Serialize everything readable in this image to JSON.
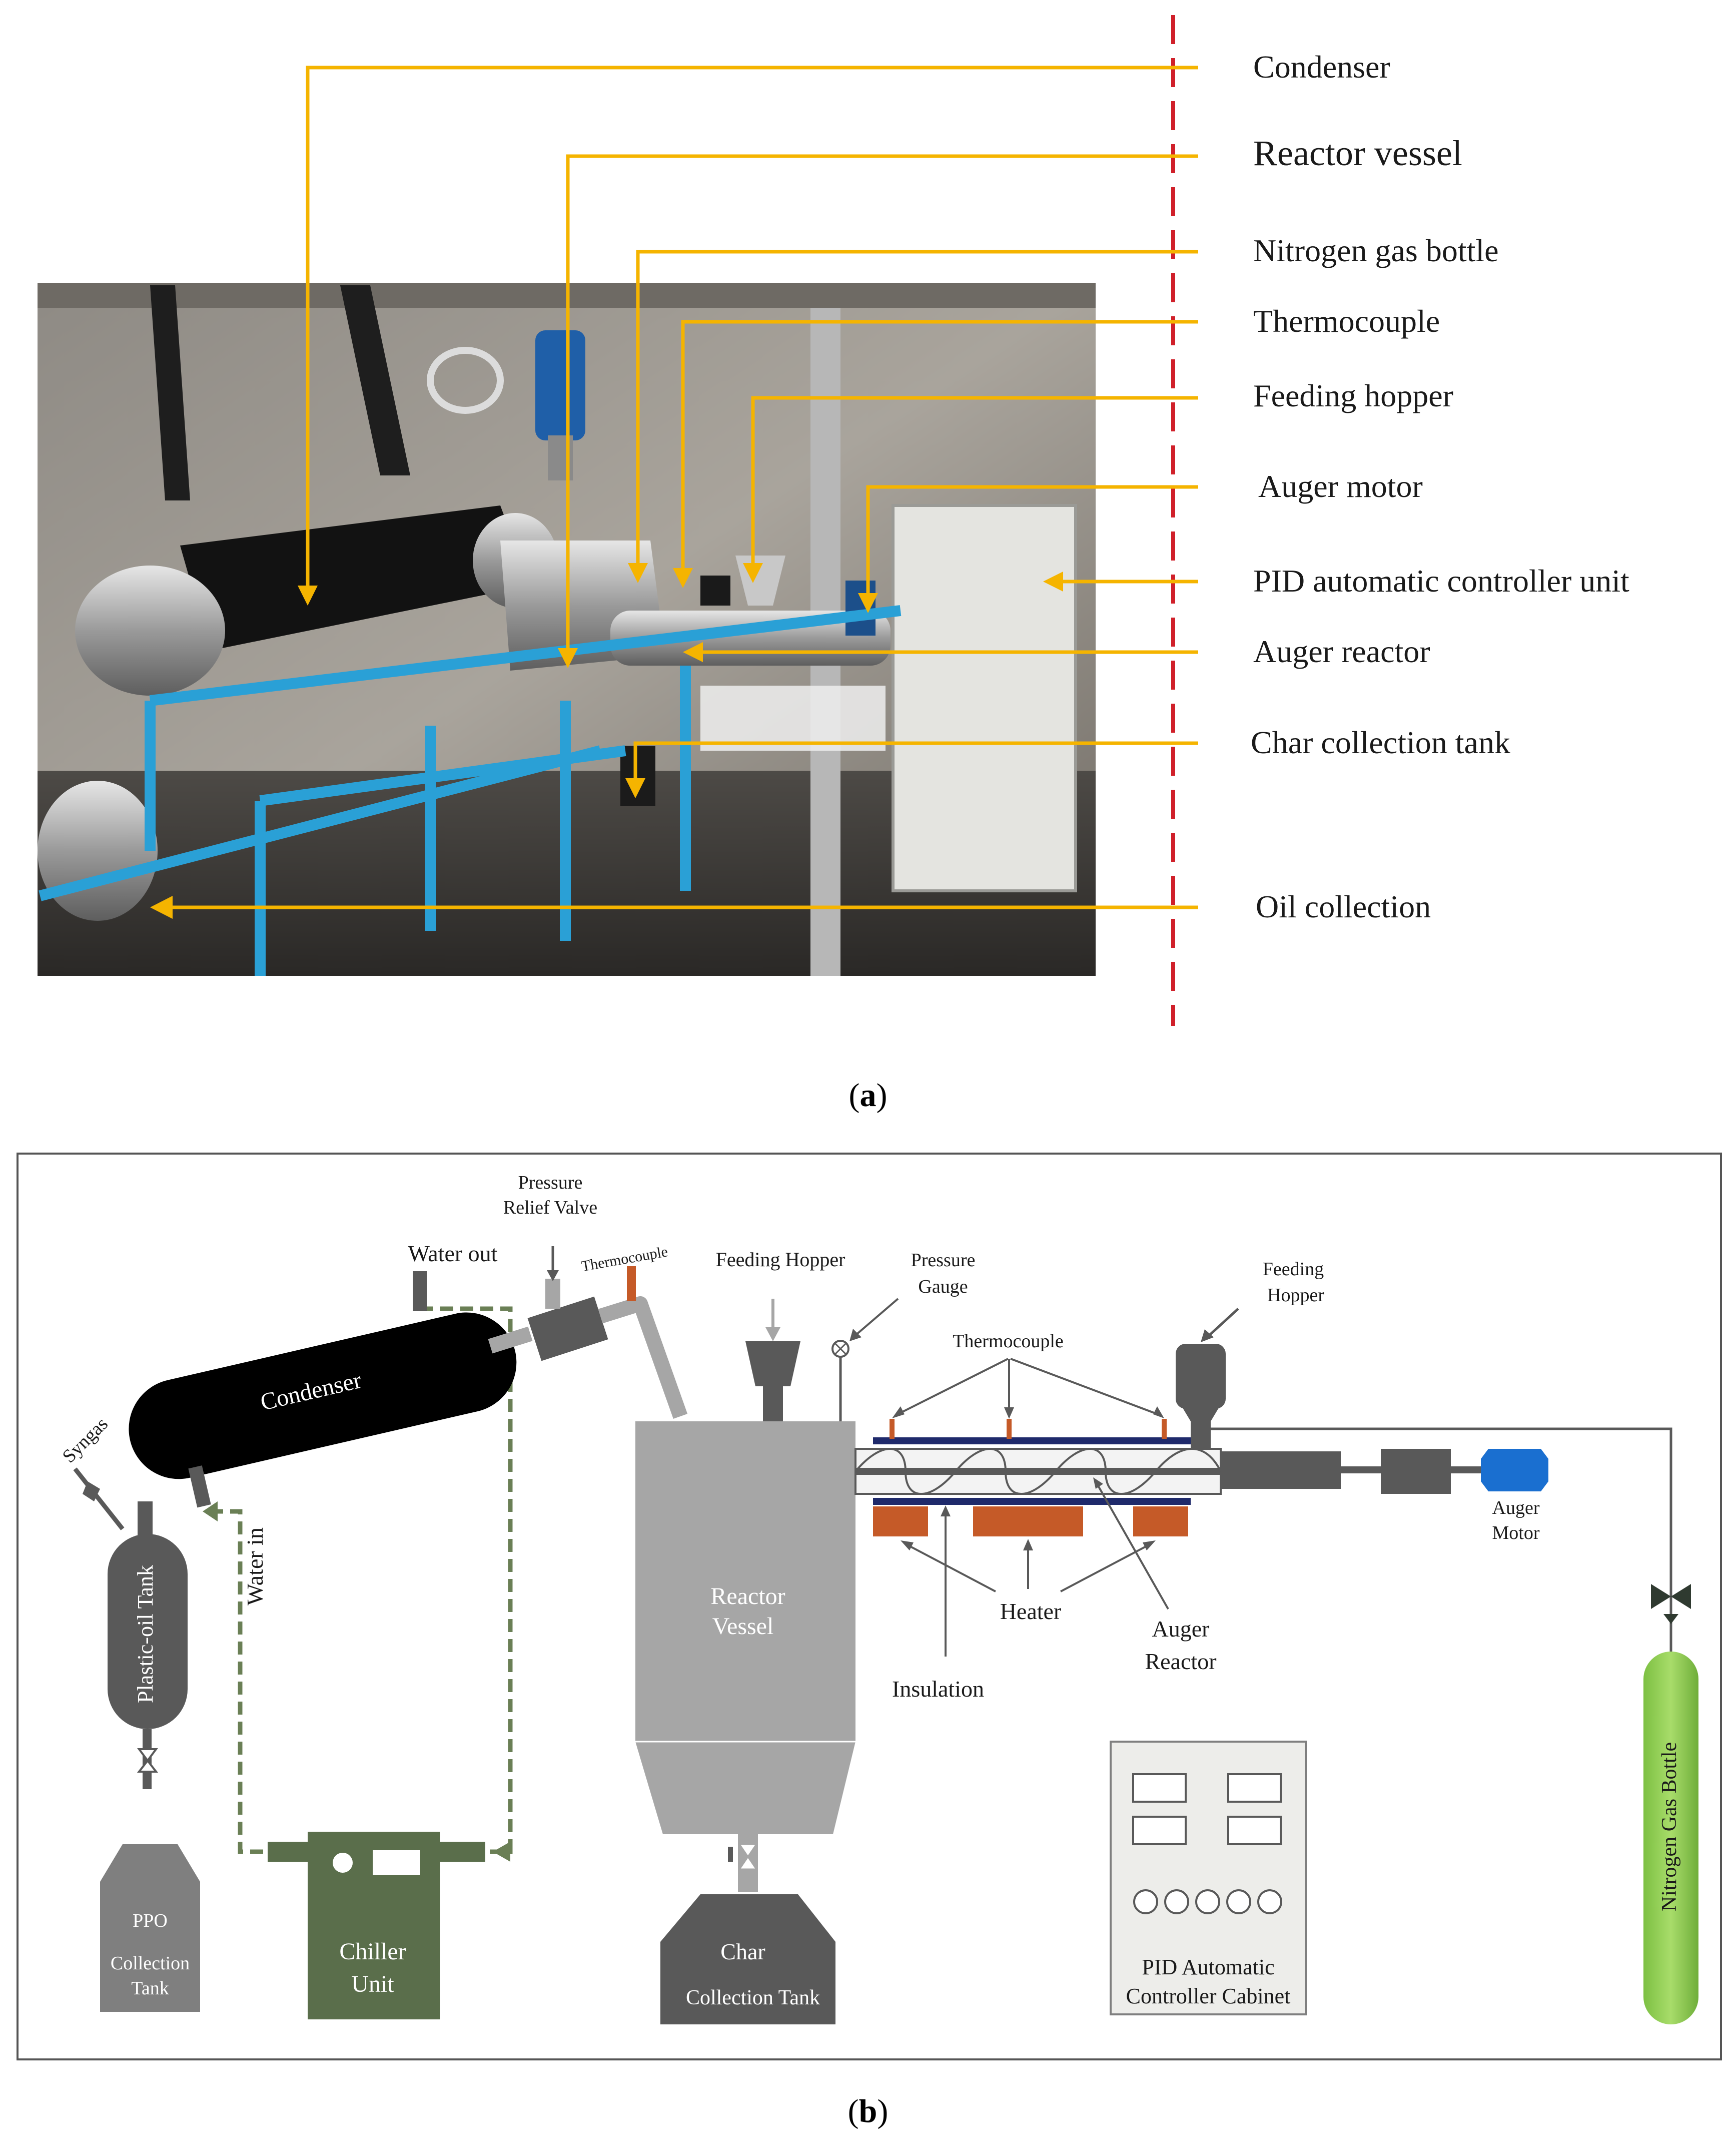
{
  "panel_a": {
    "caption_open": "(",
    "caption_letter": "a",
    "caption_close": ")",
    "callouts": [
      {
        "label": "Condenser"
      },
      {
        "label": "Reactor vessel"
      },
      {
        "label": "Nitrogen gas bottle"
      },
      {
        "label": "Thermocouple"
      },
      {
        "label": "Feeding hopper"
      },
      {
        "label": "Auger motor"
      },
      {
        "label": "PID automatic controller unit"
      },
      {
        "label": "Auger reactor"
      },
      {
        "label": "Char collection tank"
      },
      {
        "label": "Oil collection"
      }
    ],
    "colors": {
      "leader": "#f5b400",
      "divider": "#d0202a"
    }
  },
  "panel_b": {
    "caption_open": "(",
    "caption_letter": "b",
    "caption_close": ")",
    "labels": {
      "pressure_relief_valve_1": "Pressure",
      "pressure_relief_valve_2": "Relief Valve",
      "water_out": "Water out",
      "thermocouple_top": "Thermocouple",
      "feeding_hopper_left": "Feeding Hopper",
      "pressure_gauge_1": "Pressure",
      "pressure_gauge_2": "Gauge",
      "feeding_hopper_right_1": "Feeding",
      "feeding_hopper_right_2": "Hopper",
      "thermocouple_mid": "Thermocouple",
      "syngas": "Syngas",
      "condenser": "Condenser",
      "water_in": "Water in",
      "plastic_oil_tank": "Plastic-oil Tank",
      "reactor_vessel_1": "Reactor",
      "reactor_vessel_2": "Vessel",
      "auger_motor_1": "Auger",
      "auger_motor_2": "Motor",
      "heater": "Heater",
      "auger_reactor_1": "Auger",
      "auger_reactor_2": "Reactor",
      "insulation": "Insulation",
      "nitrogen_gas_bottle": "Nitrogen Gas Bottle",
      "ppo_1": "PPO",
      "ppo_2": "Collection",
      "ppo_3": "Tank",
      "chiller_1": "Chiller",
      "chiller_2": "Unit",
      "char_1": "Char",
      "char_2": "Collection Tank",
      "pid_1": "PID Automatic",
      "pid_2": "Controller Cabinet"
    },
    "colors": {
      "condenser": "#000000",
      "reactor": "#a6a6a6",
      "chiller": "#5a6e4b",
      "water_loop": "#6a7f55",
      "heater": "#c55a28",
      "insulation": "#1f2a6b",
      "motor": "#1a6fd0",
      "nitrogen": "#92d050",
      "dark_grey": "#595959",
      "ppo": "#7f7f7f",
      "cabinet": "#ededea"
    }
  }
}
